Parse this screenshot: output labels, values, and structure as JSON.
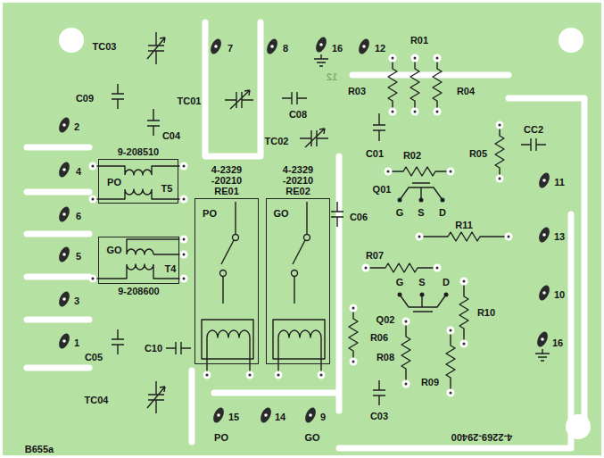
{
  "diagram": {
    "nodes": [
      {
        "text": [
          "9-208510",
          "PO",
          "T5"
        ]
      },
      {
        "text": [
          "GO",
          "T4",
          "9-208600"
        ]
      },
      {
        "text": [
          "4-2329 -20210 RE01",
          "PO"
        ]
      },
      {
        "text": [
          "4-2329 -20210 RE02",
          "GO"
        ]
      }
    ],
    "labels": [
      "TC03",
      "C09",
      "C04",
      "2",
      "4",
      "6",
      "5",
      "3",
      "1",
      "C05",
      "C10",
      "TC04",
      "B655a",
      "7",
      "TC01",
      "8",
      "16",
      "C08",
      "TC02",
      "12",
      "12",
      "R01",
      "R03",
      "R04",
      "C01",
      "R02",
      "Q01",
      "G",
      "S",
      "D",
      "R05",
      "CC2",
      "11",
      "C06",
      "R11",
      "13",
      "R07",
      "G",
      "S",
      "D",
      "Q02",
      "10",
      "R06",
      "R08",
      "R09",
      "R10",
      "16",
      "C03",
      "15",
      "PO",
      "14",
      "9",
      "GO",
      "4-2269-29400"
    ]
  }
}
